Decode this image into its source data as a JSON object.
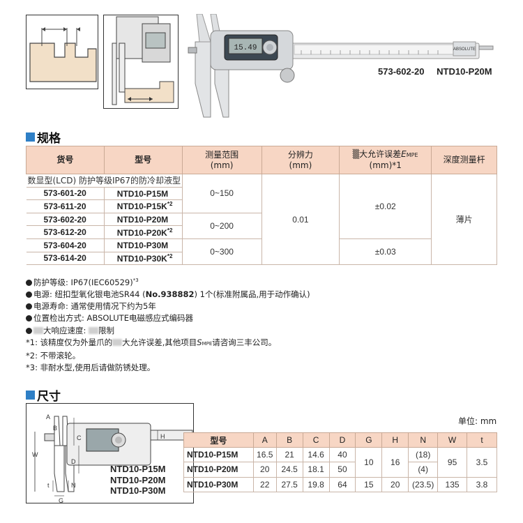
{
  "header": {
    "model_code": "573-602-20",
    "model_name": "NTD10-P20M",
    "display_reading": "15.49",
    "brand": "ABSOLUTE"
  },
  "spec_section": {
    "title": "规格",
    "headers": {
      "code": "货号",
      "model": "型号",
      "range": "测量范围",
      "range_unit": "(mm)",
      "resolution": "分辨力",
      "resolution_unit": "(mm)",
      "error_pre": "▒大允许误差",
      "error_sym": "E",
      "error_sub": "MPE",
      "error_unit": "(mm)*1",
      "depth": "深度测量杆"
    },
    "subheader": "数显型(LCD)  防护等级IP67的防冷却液型",
    "rows": [
      {
        "code": "573-601-20",
        "model": "NTD10-P15M",
        "sup": ""
      },
      {
        "code": "573-611-20",
        "model": "NTD10-P15K",
        "sup": "*2"
      },
      {
        "code": "573-602-20",
        "model": "NTD10-P20M",
        "sup": ""
      },
      {
        "code": "573-612-20",
        "model": "NTD10-P20K",
        "sup": "*2"
      },
      {
        "code": "573-604-20",
        "model": "NTD10-P30M",
        "sup": ""
      },
      {
        "code": "573-614-20",
        "model": "NTD10-P30K",
        "sup": "*2"
      }
    ],
    "ranges": [
      "0~150",
      "0~200",
      "0~300"
    ],
    "resolution": "0.01",
    "errors": [
      "±0.02",
      "±0.03"
    ],
    "depth_rod": "薄片"
  },
  "notes": {
    "protection": "防护等级: IP67(IEC60529)",
    "protection_sup": "*3",
    "power_pre": "电源: 纽扣型氧化银电池SR44 (",
    "power_bold": "No.938882",
    "power_post": ") 1个(标准附属品,用于动作确认)",
    "battery_life": "电源寿命: 通常使用情况下约为5年",
    "detection": "位置检出方式: ABSOLUTE电磁感应式编码器",
    "response_pre": "大响应速度: ",
    "response_post": "限制",
    "n1_pre": "*1: 该精度仅为外量爪的",
    "n1_mid": "大允许误差,其他项目",
    "n1_sym": "S",
    "n1_sub": "MPE",
    "n1_post": "请咨询三丰公司。",
    "n2": "*2: 不带滚轮。",
    "n3": "*3: 非耐水型,使用后请做防锈处理。"
  },
  "dim_section": {
    "title": "尺寸",
    "unit": "单位: mm",
    "model_list": [
      "NTD10-P15M",
      "NTD10-P20M",
      "NTD10-P30M"
    ],
    "headers": [
      "型号",
      "A",
      "B",
      "C",
      "D",
      "G",
      "H",
      "N",
      "W",
      "t"
    ],
    "rows": [
      {
        "model": "NTD10-P15M",
        "A": "16.5",
        "B": "21",
        "C": "14.6",
        "D": "40",
        "N": "(18)"
      },
      {
        "model": "NTD10-P20M",
        "A": "20",
        "B": "24.5",
        "C": "18.1",
        "D": "50",
        "N": "(4)"
      },
      {
        "model": "NTD10-P30M",
        "A": "22",
        "B": "27.5",
        "C": "19.8",
        "D": "64",
        "G": "15",
        "H": "20",
        "N": "(23.5)",
        "W": "135",
        "t": "3.8"
      }
    ],
    "merged": {
      "G": "10",
      "H": "16",
      "W": "95",
      "t": "3.5"
    },
    "diagram_labels": [
      "A",
      "B",
      "C",
      "D",
      "H",
      "W",
      "N",
      "t",
      "G"
    ]
  }
}
